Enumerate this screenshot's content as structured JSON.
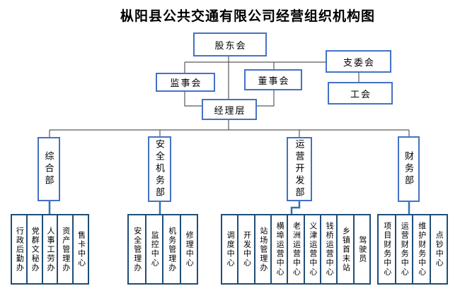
{
  "title": "枞阳县公共交通有限公司经营组织机构图",
  "governance": {
    "shareholders": "股东会",
    "supervisory_board": "监事会",
    "board_of_directors": "董事会",
    "branch_committee": "支委会",
    "labor_union": "工会",
    "management": "经理层"
  },
  "departments": [
    {
      "name": "综合部",
      "children": [
        "行政后勤办",
        "党群文秘办",
        "人事工劳办",
        "资产管理办",
        "售卡中心"
      ]
    },
    {
      "name": "安全机务部",
      "children": [
        "安全管理办",
        "监控中心",
        "机务管理办",
        "修理中心"
      ]
    },
    {
      "name": "运营开发部",
      "children": [
        "调度中心",
        "开发中心",
        "站场管理办",
        "横埠运营中心",
        "老洲运营中心",
        "义津运营中心",
        "钱桥运营中心",
        "乡镇首末站",
        "驾驶员"
      ]
    },
    {
      "name": "财务部",
      "children": [
        "项目财务中心",
        "运营财务中心",
        "维护财务中心",
        "点钞中心"
      ]
    }
  ],
  "colors": {
    "background": "#ffffff",
    "box_border": "#4472c4",
    "sub_box_border": "#1f4e79",
    "connector_gray": "#595959",
    "connector_blue": "#2e75b6",
    "text": "#000000"
  }
}
